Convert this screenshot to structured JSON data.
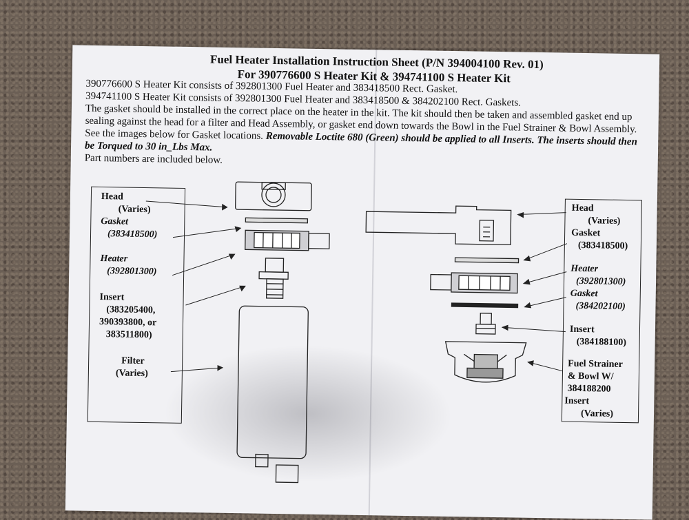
{
  "header": {
    "title_line1": "Fuel Heater Installation Instruction Sheet (P/N 394004100 Rev. 01)",
    "title_line2": "For 390776600 S Heater Kit & 394741100 S Heater Kit"
  },
  "instructions": {
    "line1": "390776600 S Heater Kit consists of 392801300 Fuel Heater and 383418500 Rect. Gasket.",
    "line2": "394741100 S Heater Kit consists of 392801300 Fuel Heater and 383418500 & 384202100 Rect. Gaskets.",
    "line3": "The gasket should be installed in the correct place on the heater in the kit.  The kit should then be taken and assembled gasket end up",
    "line4": "sealing against the head for a filter and Head Assembly, or gasket end down towards the Bowl in the Fuel Strainer & Bowl Assembly.",
    "line5_plain": "See the images below for Gasket locations. ",
    "line5_emph": "Removable Loctite 680 (Green) should be applied to all Inserts. The inserts should then",
    "line6": "be Torqued to 30 in_Lbs Max.",
    "line7": "Part numbers are included below."
  },
  "left_diagram": {
    "head": "Head",
    "head_sub": "(Varies)",
    "gasket": "Gasket",
    "gasket_pn": "(383418500)",
    "heater": "Heater",
    "heater_pn": "(392801300)",
    "insert": "Insert",
    "insert_pn1": "(383205400,",
    "insert_pn2": "390393800, or",
    "insert_pn3": "383511800)",
    "filter": "Filter",
    "filter_sub": "(Varies)"
  },
  "right_diagram": {
    "head": "Head",
    "head_sub": "(Varies)",
    "gasket1": "Gasket",
    "gasket1_pn": "(383418500)",
    "heater": "Heater",
    "heater_pn": "(392801300)",
    "gasket2": "Gasket",
    "gasket2_pn": "(384202100)",
    "insert": "Insert",
    "insert_pn": "(384188100)",
    "bowl1": "Fuel Strainer",
    "bowl2": "& Bowl W/",
    "bowl3": "384188200",
    "bowl4": "Insert",
    "bowl5": "(Varies)"
  }
}
